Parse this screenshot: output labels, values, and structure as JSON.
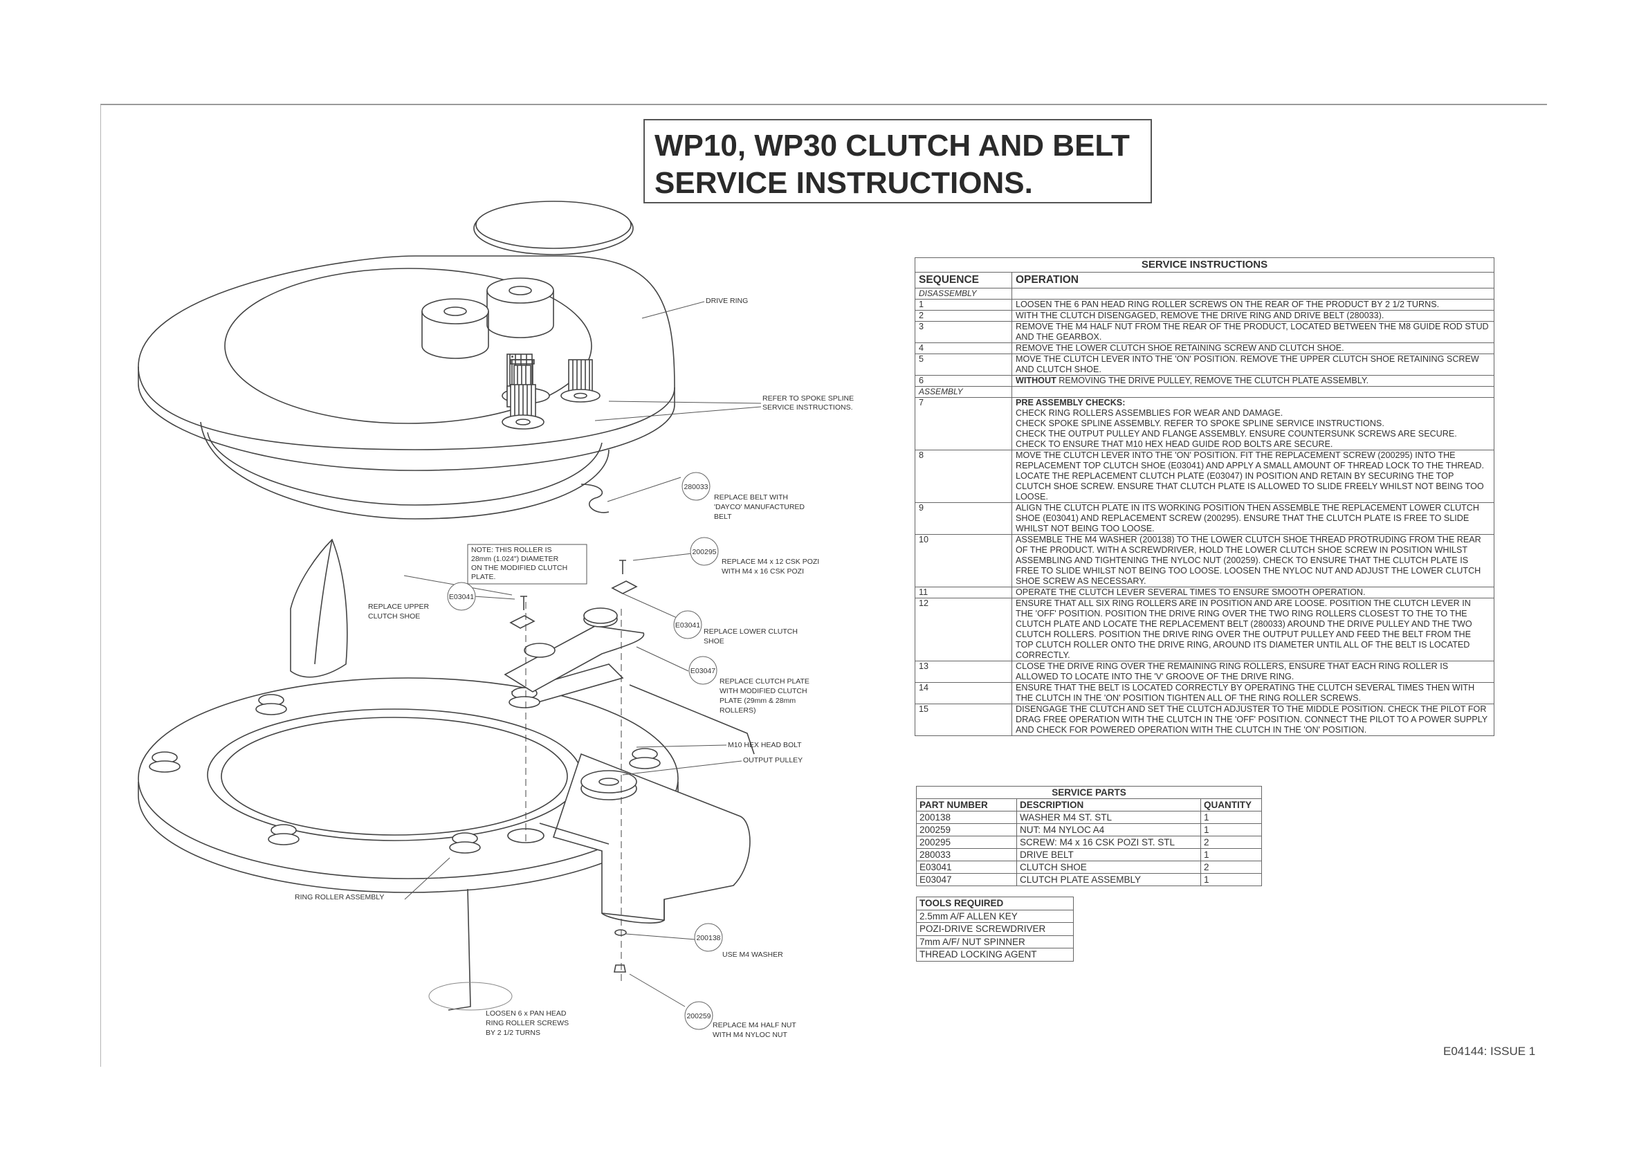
{
  "title": {
    "line1": "WP10, WP30 CLUTCH AND BELT",
    "line2": "SERVICE INSTRUCTIONS."
  },
  "diagram": {
    "labels": {
      "drive_ring": "DRIVE RING",
      "spoke_spline_1": "REFER TO SPOKE SPLINE",
      "spoke_spline_2": "SERVICE INSTRUCTIONS.",
      "belt_1": "REPLACE BELT WITH",
      "belt_2": "'DAYCO' MANUFACTURED",
      "belt_3": "BELT",
      "screw_1": "REPLACE M4 x 12 CSK POZI",
      "screw_2": "WITH M4 x 16 CSK POZI",
      "note_1": "NOTE: THIS ROLLER IS",
      "note_2": "28mm (1.024\") DIAMETER",
      "note_3": "ON THE MODIFIED CLUTCH",
      "note_4": "PLATE.",
      "upper_shoe_1": "REPLACE UPPER",
      "upper_shoe_2": "CLUTCH SHOE",
      "lower_shoe_1": "REPLACE LOWER CLUTCH",
      "lower_shoe_2": "SHOE",
      "plate_1": "REPLACE CLUTCH PLATE",
      "plate_2": "WITH MODIFIED CLUTCH",
      "plate_3": "PLATE (29mm & 28mm",
      "plate_4": "ROLLERS)",
      "hex_bolt": "M10 HEX HEAD BOLT",
      "output_pulley": "OUTPUT PULLEY",
      "ring_roller": "RING ROLLER ASSEMBLY",
      "washer": "USE M4 WASHER",
      "loosen_1": "LOOSEN 6 x PAN HEAD",
      "loosen_2": "RING ROLLER SCREWS",
      "loosen_3": "BY 2 1/2 TURNS",
      "nut_1": "REPLACE M4 HALF NUT",
      "nut_2": "WITH M4 NYLOC NUT"
    },
    "part_numbers": {
      "belt": "280033",
      "screw": "200295",
      "upper_shoe": "E03041",
      "lower_shoe": "E03041",
      "plate": "E03047",
      "washer": "200138",
      "nut": "200259"
    }
  },
  "service_instructions": {
    "caption": "SERVICE INSTRUCTIONS",
    "col_sequence": "SEQUENCE",
    "col_operation": "OPERATION",
    "section_disassembly": "DISASSEMBLY",
    "section_assembly": "ASSEMBLY",
    "disassembly": [
      {
        "seq": "1",
        "text": "LOOSEN THE 6 PAN HEAD RING ROLLER SCREWS ON THE REAR OF THE PRODUCT BY 2 1/2 TURNS."
      },
      {
        "seq": "2",
        "text": "WITH THE CLUTCH DISENGAGED, REMOVE THE DRIVE RING AND DRIVE BELT (280033)."
      },
      {
        "seq": "3",
        "text": "REMOVE THE M4 HALF NUT FROM THE REAR OF THE PRODUCT, LOCATED BETWEEN THE M8 GUIDE ROD STUD AND THE GEARBOX."
      },
      {
        "seq": "4",
        "text": "REMOVE THE LOWER CLUTCH SHOE RETAINING SCREW AND CLUTCH SHOE."
      },
      {
        "seq": "5",
        "text": "MOVE THE CLUTCH LEVER INTO THE 'ON' POSITION. REMOVE THE UPPER CLUTCH SHOE RETAINING SCREW AND CLUTCH SHOE."
      },
      {
        "seq": "6",
        "lead": "WITHOUT",
        "text": " REMOVING THE DRIVE PULLEY, REMOVE THE CLUTCH PLATE ASSEMBLY."
      }
    ],
    "step7": {
      "seq": "7",
      "heading": "PRE ASSEMBLY CHECKS:",
      "l1": "CHECK RING ROLLERS ASSEMBLIES FOR WEAR AND DAMAGE.",
      "l2": "CHECK SPOKE SPLINE ASSEMBLY. REFER TO SPOKE SPLINE SERVICE INSTRUCTIONS.",
      "l3": "CHECK THE OUTPUT PULLEY AND FLANGE ASSEMBLY. ENSURE COUNTERSUNK SCREWS ARE SECURE.",
      "l4": "CHECK TO ENSURE THAT M10 HEX HEAD GUIDE ROD BOLTS ARE SECURE."
    },
    "assembly": [
      {
        "seq": "8",
        "text": "MOVE THE CLUTCH LEVER INTO THE 'ON' POSITION. FIT THE REPLACEMENT SCREW (200295) INTO THE REPLACEMENT TOP CLUTCH SHOE (E03041) AND APPLY A SMALL AMOUNT OF THREAD LOCK TO THE THREAD. LOCATE THE REPLACEMENT CLUTCH PLATE (E03047) IN POSITION AND RETAIN BY SECURING THE TOP CLUTCH SHOE SCREW. ENSURE THAT CLUTCH PLATE IS ALLOWED TO SLIDE FREELY WHILST NOT BEING TOO LOOSE."
      },
      {
        "seq": "9",
        "text": "ALIGN THE CLUTCH PLATE IN ITS WORKING POSITION THEN ASSEMBLE THE REPLACEMENT LOWER CLUTCH SHOE (E03041) AND REPLACEMENT SCREW (200295). ENSURE THAT THE CLUTCH PLATE IS FREE TO SLIDE WHILST NOT BEING TOO LOOSE."
      },
      {
        "seq": "10",
        "text": "ASSEMBLE THE M4 WASHER (200138) TO THE LOWER CLUTCH SHOE THREAD PROTRUDING FROM THE REAR OF THE PRODUCT. WITH A SCREWDRIVER, HOLD THE LOWER CLUTCH SHOE SCREW IN POSITION WHILST ASSEMBLING AND TIGHTENING THE NYLOC NUT (200259). CHECK TO ENSURE THAT THE CLUTCH PLATE IS FREE TO SLIDE WHILST NOT BEING TOO LOOSE. LOOSEN THE NYLOC NUT AND ADJUST THE LOWER CLUTCH SHOE SCREW AS NECESSARY."
      },
      {
        "seq": "11",
        "text": "OPERATE THE CLUTCH LEVER SEVERAL TIMES TO ENSURE SMOOTH OPERATION."
      },
      {
        "seq": "12",
        "text": "ENSURE THAT ALL SIX RING ROLLERS ARE IN POSITION AND ARE LOOSE. POSITION THE CLUTCH LEVER IN THE 'OFF' POSITION. POSITION THE DRIVE RING OVER THE TWO RING ROLLERS CLOSEST TO THE TO THE CLUTCH PLATE AND LOCATE THE REPLACEMENT BELT (280033) AROUND THE DRIVE PULLEY AND THE TWO CLUTCH ROLLERS. POSITION THE DRIVE RING OVER THE OUTPUT PULLEY AND FEED THE BELT FROM THE TOP CLUTCH ROLLER ONTO THE DRIVE RING, AROUND ITS DIAMETER UNTIL ALL OF THE BELT IS LOCATED CORRECTLY."
      },
      {
        "seq": "13",
        "text": "CLOSE THE DRIVE RING OVER THE REMAINING RING ROLLERS, ENSURE THAT EACH RING ROLLER IS ALLOWED TO LOCATE INTO THE 'V' GROOVE OF THE DRIVE RING."
      },
      {
        "seq": "14",
        "text": "ENSURE THAT THE BELT IS LOCATED CORRECTLY BY OPERATING THE CLUTCH SEVERAL TIMES THEN WITH THE CLUTCH IN THE 'ON' POSITION TIGHTEN ALL OF THE RING ROLLER SCREWS."
      },
      {
        "seq": "15",
        "text": "DISENGAGE THE CLUTCH AND SET THE CLUTCH ADJUSTER TO THE MIDDLE POSITION. CHECK THE PILOT FOR DRAG FREE OPERATION WITH THE CLUTCH IN THE 'OFF' POSITION. CONNECT THE PILOT TO A POWER SUPPLY AND CHECK FOR POWERED OPERATION WITH THE CLUTCH IN THE 'ON' POSITION."
      }
    ]
  },
  "service_parts": {
    "caption": "SERVICE PARTS",
    "col_part": "PART NUMBER",
    "col_desc": "DESCRIPTION",
    "col_qty": "QUANTITY",
    "rows": [
      {
        "part": "200138",
        "desc": "WASHER M4 ST. STL",
        "qty": "1"
      },
      {
        "part": "200259",
        "desc": "NUT:  M4 NYLOC A4",
        "qty": "1"
      },
      {
        "part": "200295",
        "desc": "SCREW: M4 x 16 CSK POZI ST. STL",
        "qty": "2"
      },
      {
        "part": "280033",
        "desc": "DRIVE BELT",
        "qty": "1"
      },
      {
        "part": "E03041",
        "desc": "CLUTCH SHOE",
        "qty": "2"
      },
      {
        "part": "E03047",
        "desc": "CLUTCH PLATE ASSEMBLY",
        "qty": "1"
      }
    ]
  },
  "tools_required": {
    "caption": "TOOLS REQUIRED",
    "items": [
      "2.5mm A/F ALLEN KEY",
      "POZI-DRIVE SCREWDRIVER",
      "7mm A/F/ NUT SPINNER",
      "THREAD LOCKING AGENT"
    ]
  },
  "document_id": "E04144: ISSUE 1"
}
